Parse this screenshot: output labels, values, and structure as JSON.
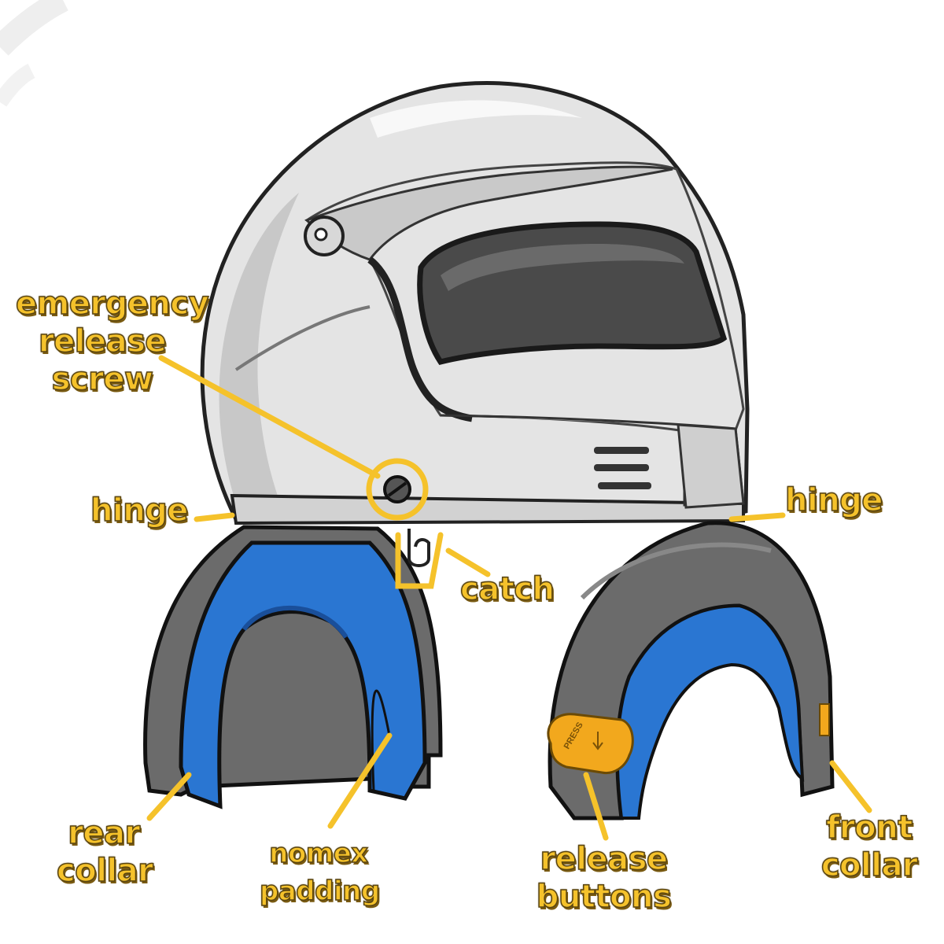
{
  "labels": {
    "emergency_release_screw": [
      "emergency",
      "release",
      "screw"
    ],
    "hinge_left": "hinge",
    "hinge_right": "hinge",
    "catch": "catch",
    "rear_collar": [
      "rear",
      "collar"
    ],
    "nomex_padding": [
      "nomex",
      "padding"
    ],
    "release_buttons": [
      "release",
      "buttons"
    ],
    "front_collar": [
      "front",
      "collar"
    ],
    "press_text": "PRESS"
  },
  "colors": {
    "label": "#f5c22b",
    "shell": "#e6e6e6",
    "visor_dark": "#4a4a4a",
    "collar_gray": "#6e6e6e",
    "padding_blue": "#2a76d2",
    "button_orange": "#f2a81d"
  }
}
